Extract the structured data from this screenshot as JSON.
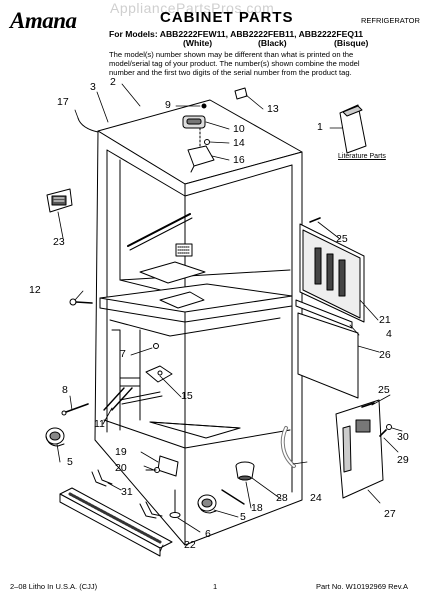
{
  "header": {
    "brand": "Amana",
    "watermark": "AppliancePartsPros.com",
    "title": "CABINET PARTS",
    "category": "REFRIGERATOR",
    "models_line": "For Models: ABB2222FEW11, ABB2222FEB11, ABB2222FEQ11",
    "colors": [
      "(White)",
      "(Black)",
      "(Bisque)"
    ],
    "note_lines": [
      "The model(s) number shown may be different than what is printed on the",
      "model/serial tag of your product. The number(s) shown combine the model",
      "number and the first two digits of the serial number from the product tag."
    ]
  },
  "diagram": {
    "literature_label": "Literature Parts",
    "callouts": [
      "1",
      "2",
      "3",
      "4",
      "5",
      "5",
      "6",
      "7",
      "8",
      "9",
      "10",
      "11",
      "12",
      "13",
      "14",
      "15",
      "16",
      "17",
      "18",
      "19",
      "20",
      "21",
      "22",
      "23",
      "24",
      "25",
      "25",
      "26",
      "27",
      "28",
      "29",
      "30",
      "31"
    ]
  },
  "footer": {
    "left": "2–08 Litho In U.S.A. (CJJ)",
    "page": "1",
    "part_no": "Part No. W10192969 Rev.A"
  }
}
